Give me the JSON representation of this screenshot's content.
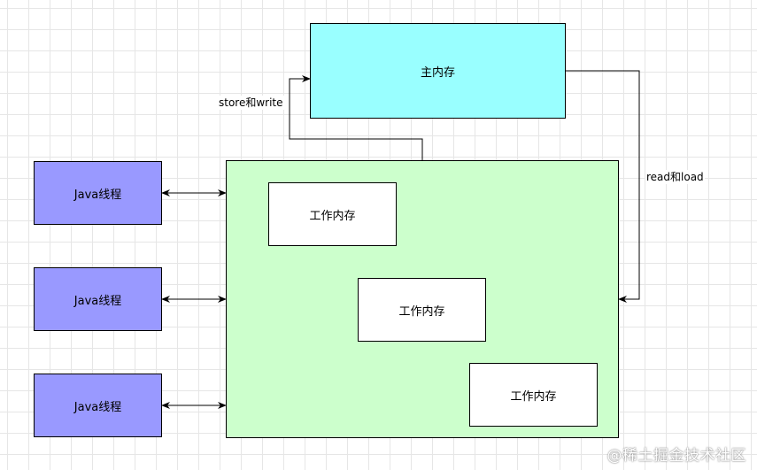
{
  "diagram": {
    "main_memory": {
      "label": "主内存",
      "fill": "#99ffff"
    },
    "working_area": {
      "fill": "#ccffcc"
    },
    "threads": [
      {
        "label": "Java线程"
      },
      {
        "label": "Java线程"
      },
      {
        "label": "Java线程"
      }
    ],
    "thread_fill": "#9999ff",
    "working_memories": [
      {
        "label": "工作内存"
      },
      {
        "label": "工作内存"
      },
      {
        "label": "工作内存"
      }
    ],
    "edges": {
      "store_write": "store和write",
      "read_load": "read和load"
    }
  },
  "watermark": "@稀土掘金技术社区"
}
